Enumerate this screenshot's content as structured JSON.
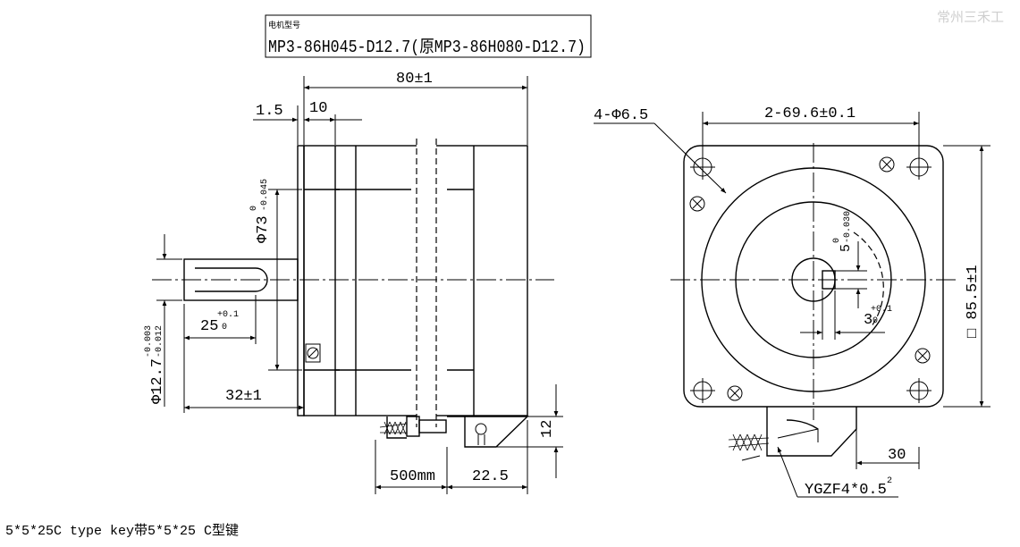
{
  "watermark": "常州三禾工",
  "title_box": {
    "label": "电机型号",
    "model": "MP3-86H045-D12.7(原MP3-86H080-D12.7)"
  },
  "side_view": {
    "length": "80±1",
    "flange": "1.5",
    "pilot": "10",
    "pilot_dia": "Φ73",
    "pilot_dia_tol_upper": "0",
    "pilot_dia_tol_lower": "-0.045",
    "key_len": "25",
    "key_len_tol_upper": "+0.1",
    "key_len_tol_lower": "0",
    "shaft_dia": "Φ12.7",
    "shaft_dia_tol_upper": "-0.003",
    "shaft_dia_tol_lower": "-0.012",
    "shaft_len": "32±1",
    "cable_len": "500mm",
    "cable_exit": "22.5",
    "cable_h": "12"
  },
  "front_view": {
    "holes": "4-Φ6.5",
    "hole_pitch": "2-69.6±0.1",
    "square": "□ 85.5±1",
    "key_width": "5",
    "key_width_tol_upper": "0",
    "key_width_tol_lower": "-0.030",
    "key_depth": "3",
    "key_depth_tol_upper": "+0.1",
    "key_depth_tol_lower": "0",
    "conn_offset": "30",
    "cable_spec": "YGZF4*0.5",
    "cable_spec_sup": "2"
  },
  "note": "5*5*25C type key带5*5*25 C型键"
}
